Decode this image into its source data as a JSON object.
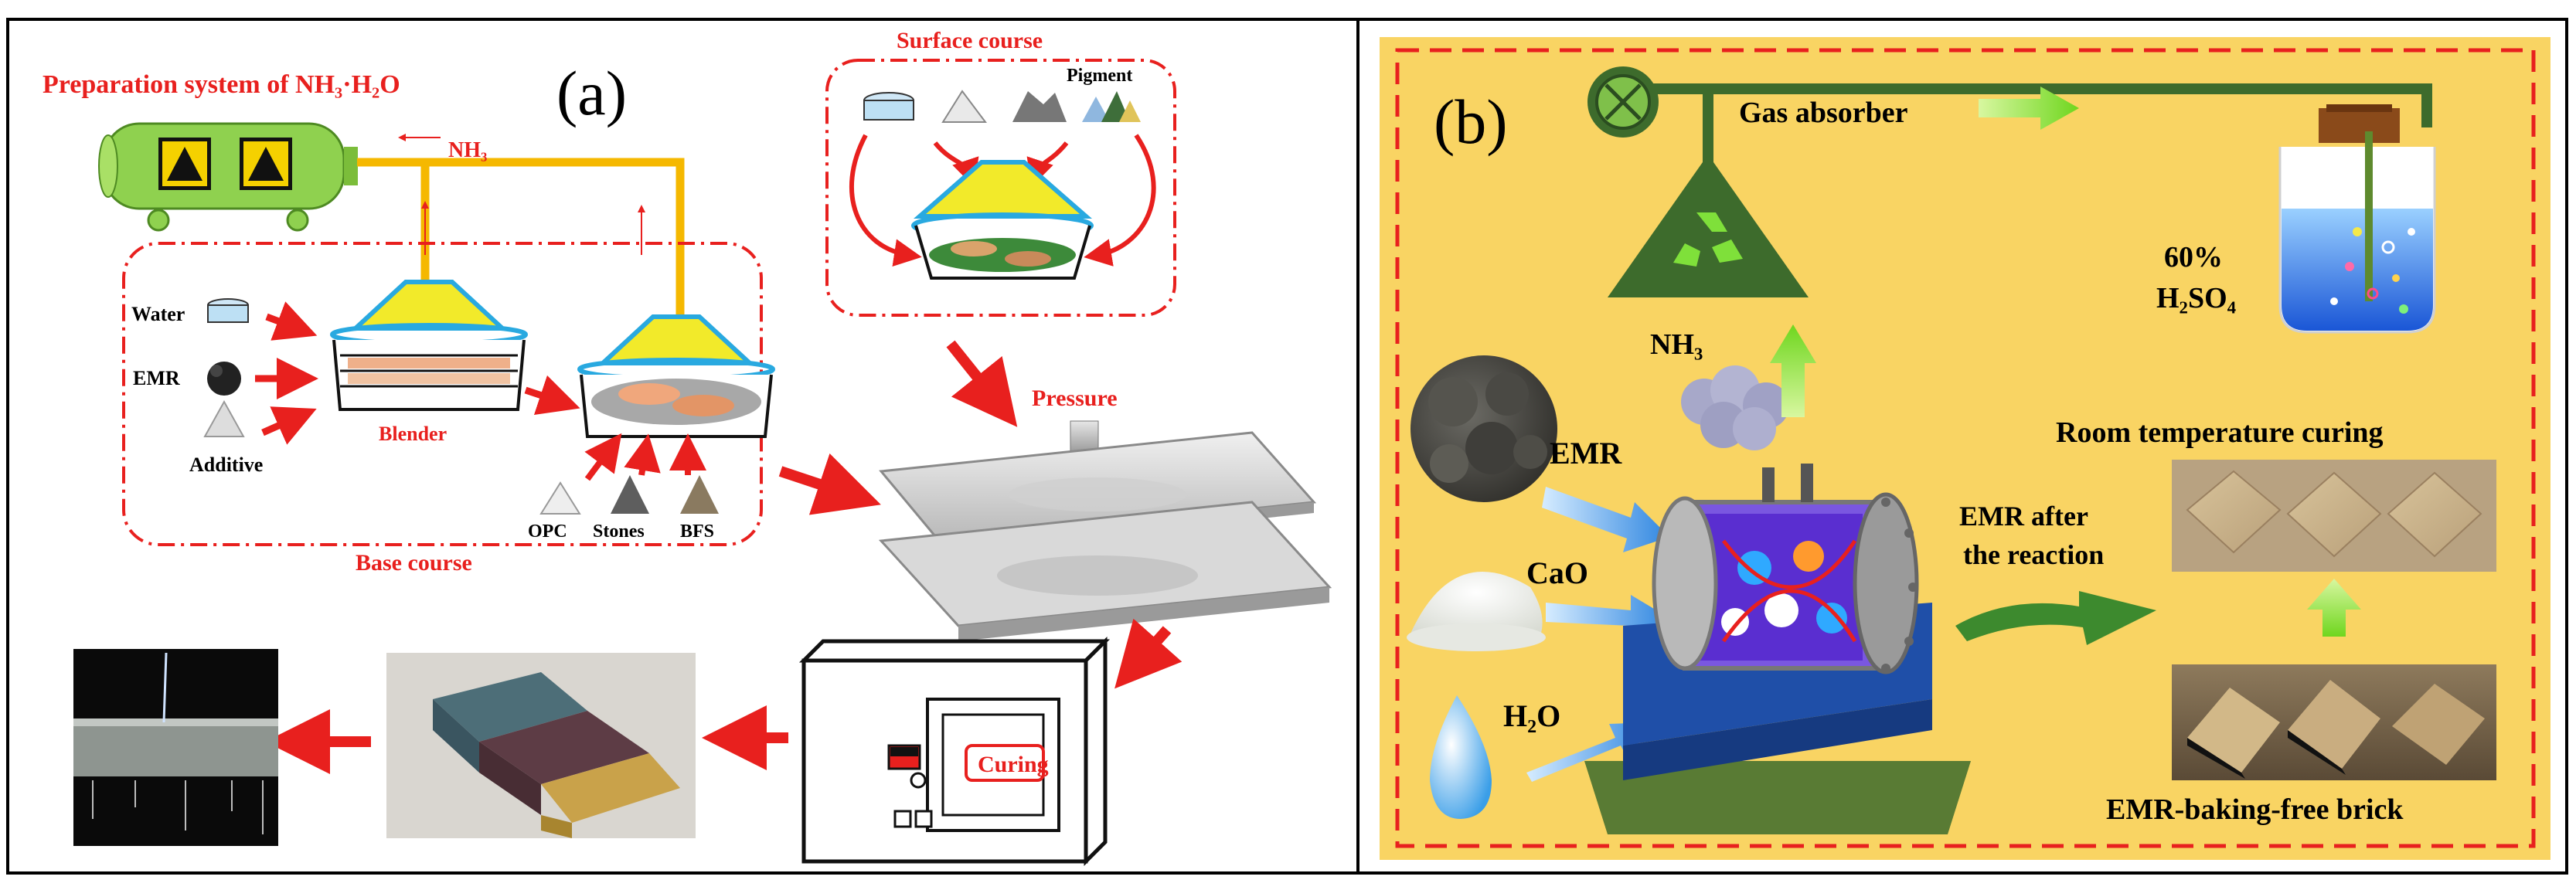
{
  "panel_a": {
    "letter": "(a)",
    "title": "Preparation system of NH₃·H₂O",
    "gas": "NH₃",
    "surface_course": "Surface course",
    "pigment": "Pigment",
    "water": "Water",
    "emr": "EMR",
    "additive": "Additive",
    "blender": "Blender",
    "opc": "OPC",
    "stones": "Stones",
    "bfs": "BFS",
    "base_course": "Base course",
    "pressure": "Pressure",
    "curing": "Curing"
  },
  "panel_b": {
    "letter": "(b)",
    "gas_absorber": "Gas absorber",
    "acid_percent": "60%",
    "acid": "H₂SO₄",
    "nh3": "NH₃",
    "emr": "EMR",
    "cao": "CaO",
    "h2o": "H₂O",
    "emr_after_1": "EMR after",
    "emr_after_2": "the reaction",
    "room_curing": "Room temperature curing",
    "brick": "EMR-baking-free brick"
  },
  "colors": {
    "red": "#e8201e",
    "pipe": "#f5b800",
    "green_machine": "#8fd14f",
    "panel_b_bg": "#f9d463",
    "cone_green": "#3d6b2c",
    "blue_arrow": "#4aa0e6",
    "cyan_lid": "#29a9e0",
    "yellow_lid": "#f2ea2a"
  }
}
